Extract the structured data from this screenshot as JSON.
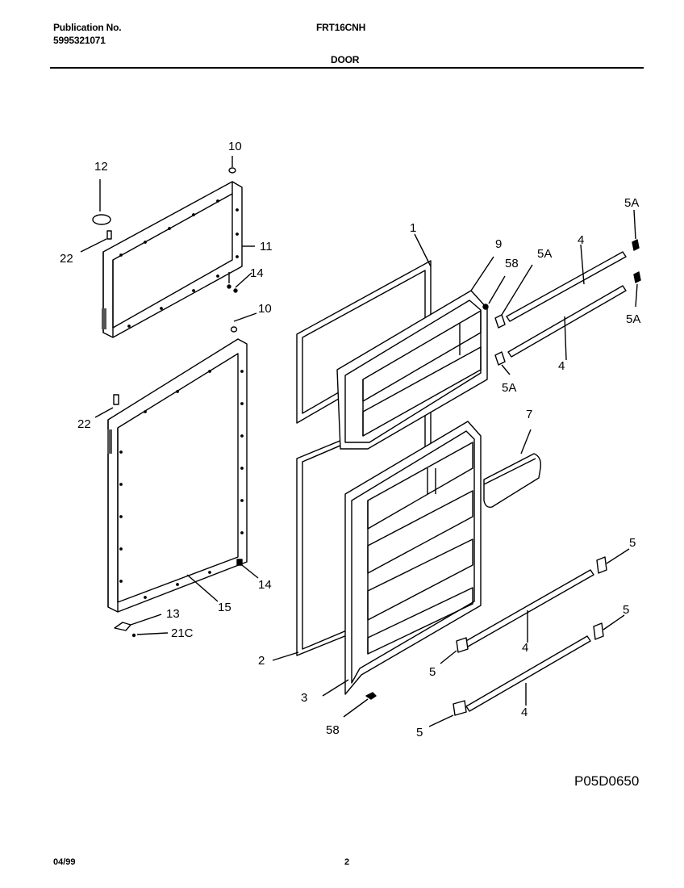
{
  "header": {
    "publication_label": "Publication No.",
    "publication_number": "5995321071",
    "model": "FRT16CNH",
    "section": "DOOR"
  },
  "diagram_code": "P05D0650",
  "footer": {
    "date": "04/99",
    "page": "2"
  },
  "callouts": [
    "10",
    "12",
    "22",
    "11",
    "14",
    "10",
    "22",
    "14",
    "15",
    "13",
    "21C",
    "1",
    "9",
    "58",
    "5A",
    "4",
    "5A",
    "5A",
    "4",
    "5A",
    "7",
    "2",
    "3",
    "58",
    "5",
    "5",
    "4",
    "5",
    "4",
    "5"
  ]
}
